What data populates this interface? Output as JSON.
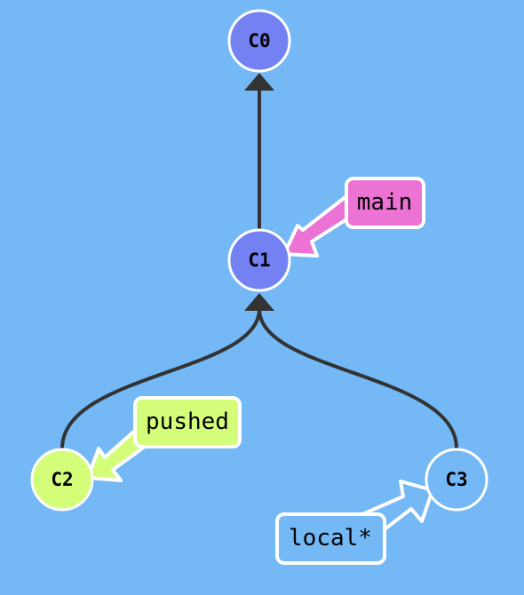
{
  "colors": {
    "background": "#74b8f5",
    "commit": "#7381f2",
    "pushed": "#d4fd7a",
    "local": "#74b8f5",
    "main": "#ec72d4",
    "edge": "#333333",
    "outline": "#ffffff"
  },
  "commits": [
    {
      "id": "C0",
      "label": "C0"
    },
    {
      "id": "C1",
      "label": "C1"
    },
    {
      "id": "C2",
      "label": "C2"
    },
    {
      "id": "C3",
      "label": "C3"
    }
  ],
  "edges": [
    {
      "from": "C1",
      "to": "C0"
    },
    {
      "from": "C2",
      "to": "C1"
    },
    {
      "from": "C3",
      "to": "C1"
    }
  ],
  "branches": [
    {
      "name": "main",
      "points_to": "C1"
    },
    {
      "name": "pushed",
      "points_to": "C2"
    },
    {
      "name": "local*",
      "points_to": "C3"
    }
  ]
}
